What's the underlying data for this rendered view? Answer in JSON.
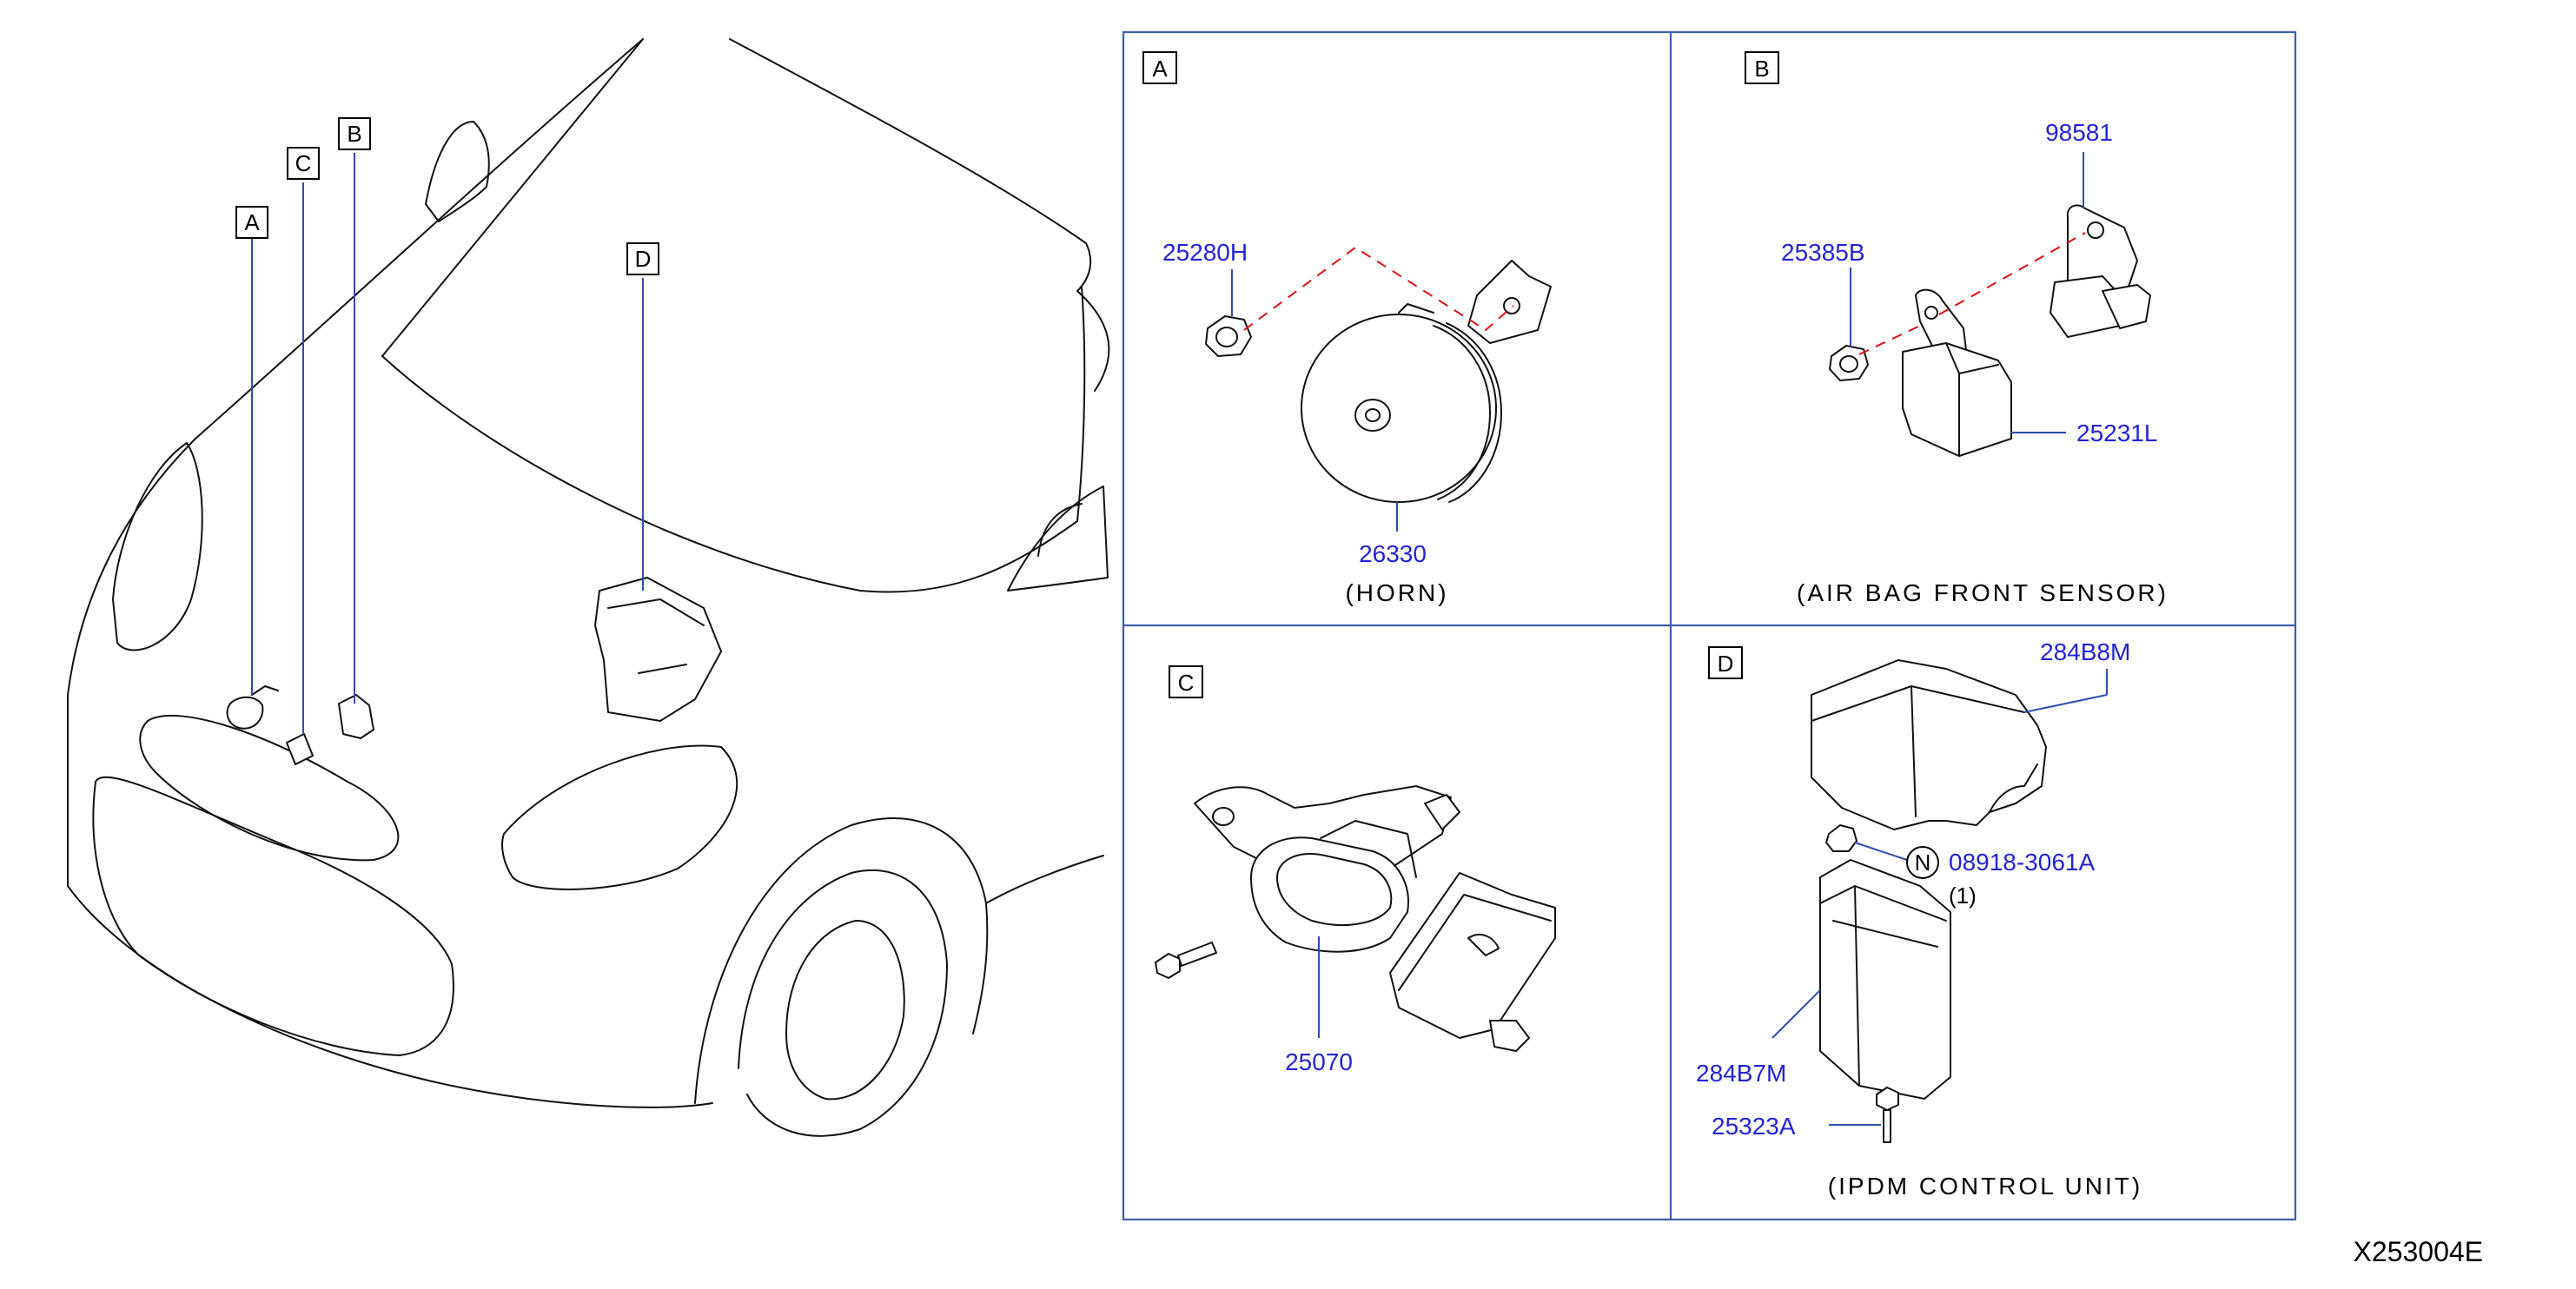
{
  "overview": {
    "callouts": [
      "A",
      "B",
      "C",
      "D"
    ]
  },
  "panels": {
    "A": {
      "letter": "A",
      "caption": "(HORN)",
      "parts": {
        "nut": "25280H",
        "horn": "26330"
      }
    },
    "B": {
      "letter": "B",
      "caption": "(AIR BAG FRONT SENSOR)",
      "parts": {
        "sensor": "98581",
        "nut": "25385B",
        "bracket": "25231L"
      }
    },
    "C": {
      "letter": "C",
      "caption": "",
      "parts": {
        "sensor": "25070"
      }
    },
    "D": {
      "letter": "D",
      "caption": "(IPDM CONTROL UNIT)",
      "parts": {
        "cover": "284B8M",
        "nut_symbol": "N",
        "nut": "08918-3061A",
        "nut_qty": "(1)",
        "module": "284B7M",
        "bolt": "25323A"
      }
    }
  },
  "diagram_code": "X253004E",
  "colors": {
    "part_number": "#2323d8",
    "leader_line": "#2a4fb0",
    "frame": "#3b5ea8",
    "alignment_dash": "#e01010",
    "line_art": "#111111"
  }
}
